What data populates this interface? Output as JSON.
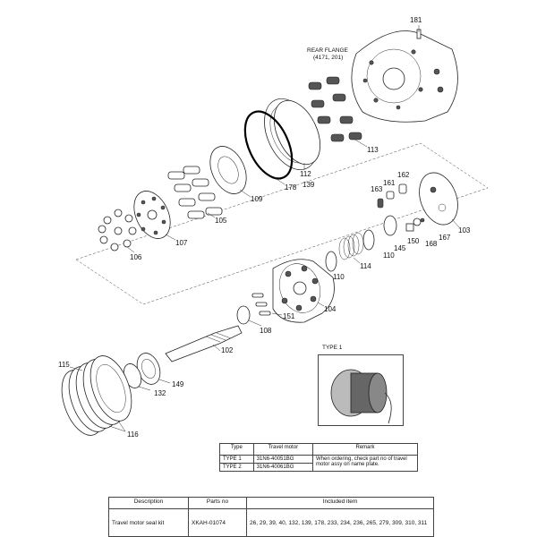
{
  "labels": {
    "rear_flange_title": "REAR FLANGE",
    "rear_flange_ref": "(4171, 201)",
    "p181": "181",
    "p113": "113",
    "p112": "112",
    "p139": "139",
    "p178": "178",
    "p109": "109",
    "p105": "105",
    "p107": "107",
    "p106": "106",
    "p162": "162",
    "p161": "161",
    "p163": "163",
    "p103": "103",
    "p167": "167",
    "p168": "168",
    "p150": "150",
    "p145": "145",
    "p110a": "110",
    "p114": "114",
    "p110b": "110",
    "p104": "104",
    "p151": "151",
    "p108": "108",
    "p102": "102",
    "p115": "115",
    "p132": "132",
    "p149": "149",
    "p116": "116",
    "type1_title": "TYPE 1"
  },
  "type_table": {
    "headers": [
      "Type",
      "Travel motor",
      "Remark"
    ],
    "rows": [
      {
        "type": "TYPE 1",
        "motor": "31N6-40051BG"
      },
      {
        "type": "TYPE 2",
        "motor": "31N6-40061BG"
      }
    ],
    "remark": "When ordering, check part no of travel motor assy on name plate."
  },
  "kit_table": {
    "headers": [
      "Description",
      "Parts no",
      "Included item"
    ],
    "row": {
      "description": "Travel motor seal kit",
      "parts_no": "XKAH-01074",
      "included": "26, 29, 39, 40, 132, 139, 178, 233, 234, 236, 265, 279, 309, 310, 311"
    }
  }
}
